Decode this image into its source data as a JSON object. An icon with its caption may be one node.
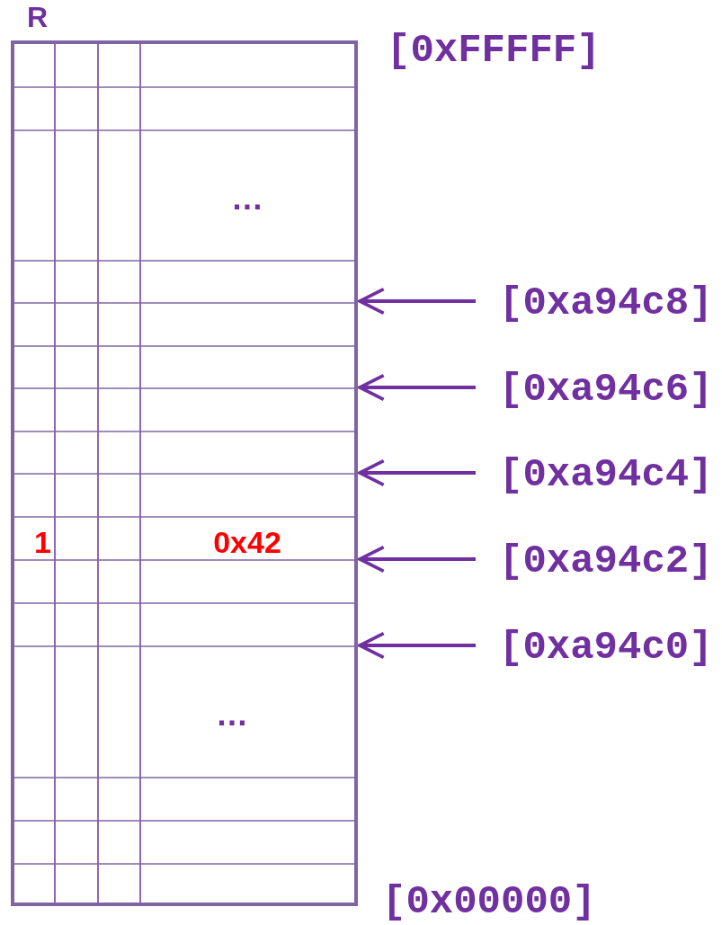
{
  "diagram": {
    "nodes": [
      {
        "text": [
          "R"
        ]
      },
      {
        "text": [
          "[0xa94c8]"
        ]
      },
      {
        "text": [
          "[0xa94c6]"
        ]
      },
      {
        "text": [
          "[0xa94c4]"
        ]
      },
      {
        "text": [
          "[0xa94c2]"
        ]
      },
      {
        "text": [
          "[0xa94c0]"
        ]
      }
    ],
    "edges": [
      {
        "from": 1,
        "to": 0,
        "arrow": "to"
      },
      {
        "from": 2,
        "to": 0,
        "arrow": "to"
      },
      {
        "from": 3,
        "to": 0,
        "arrow": "to"
      },
      {
        "from": 4,
        "to": 0,
        "arrow": "to"
      },
      {
        "from": 5,
        "to": 0,
        "arrow": "to"
      }
    ],
    "labels": [
      "[0xFFFFF]",
      "…",
      "1",
      "0x42",
      "…",
      "[0x00000]"
    ]
  }
}
